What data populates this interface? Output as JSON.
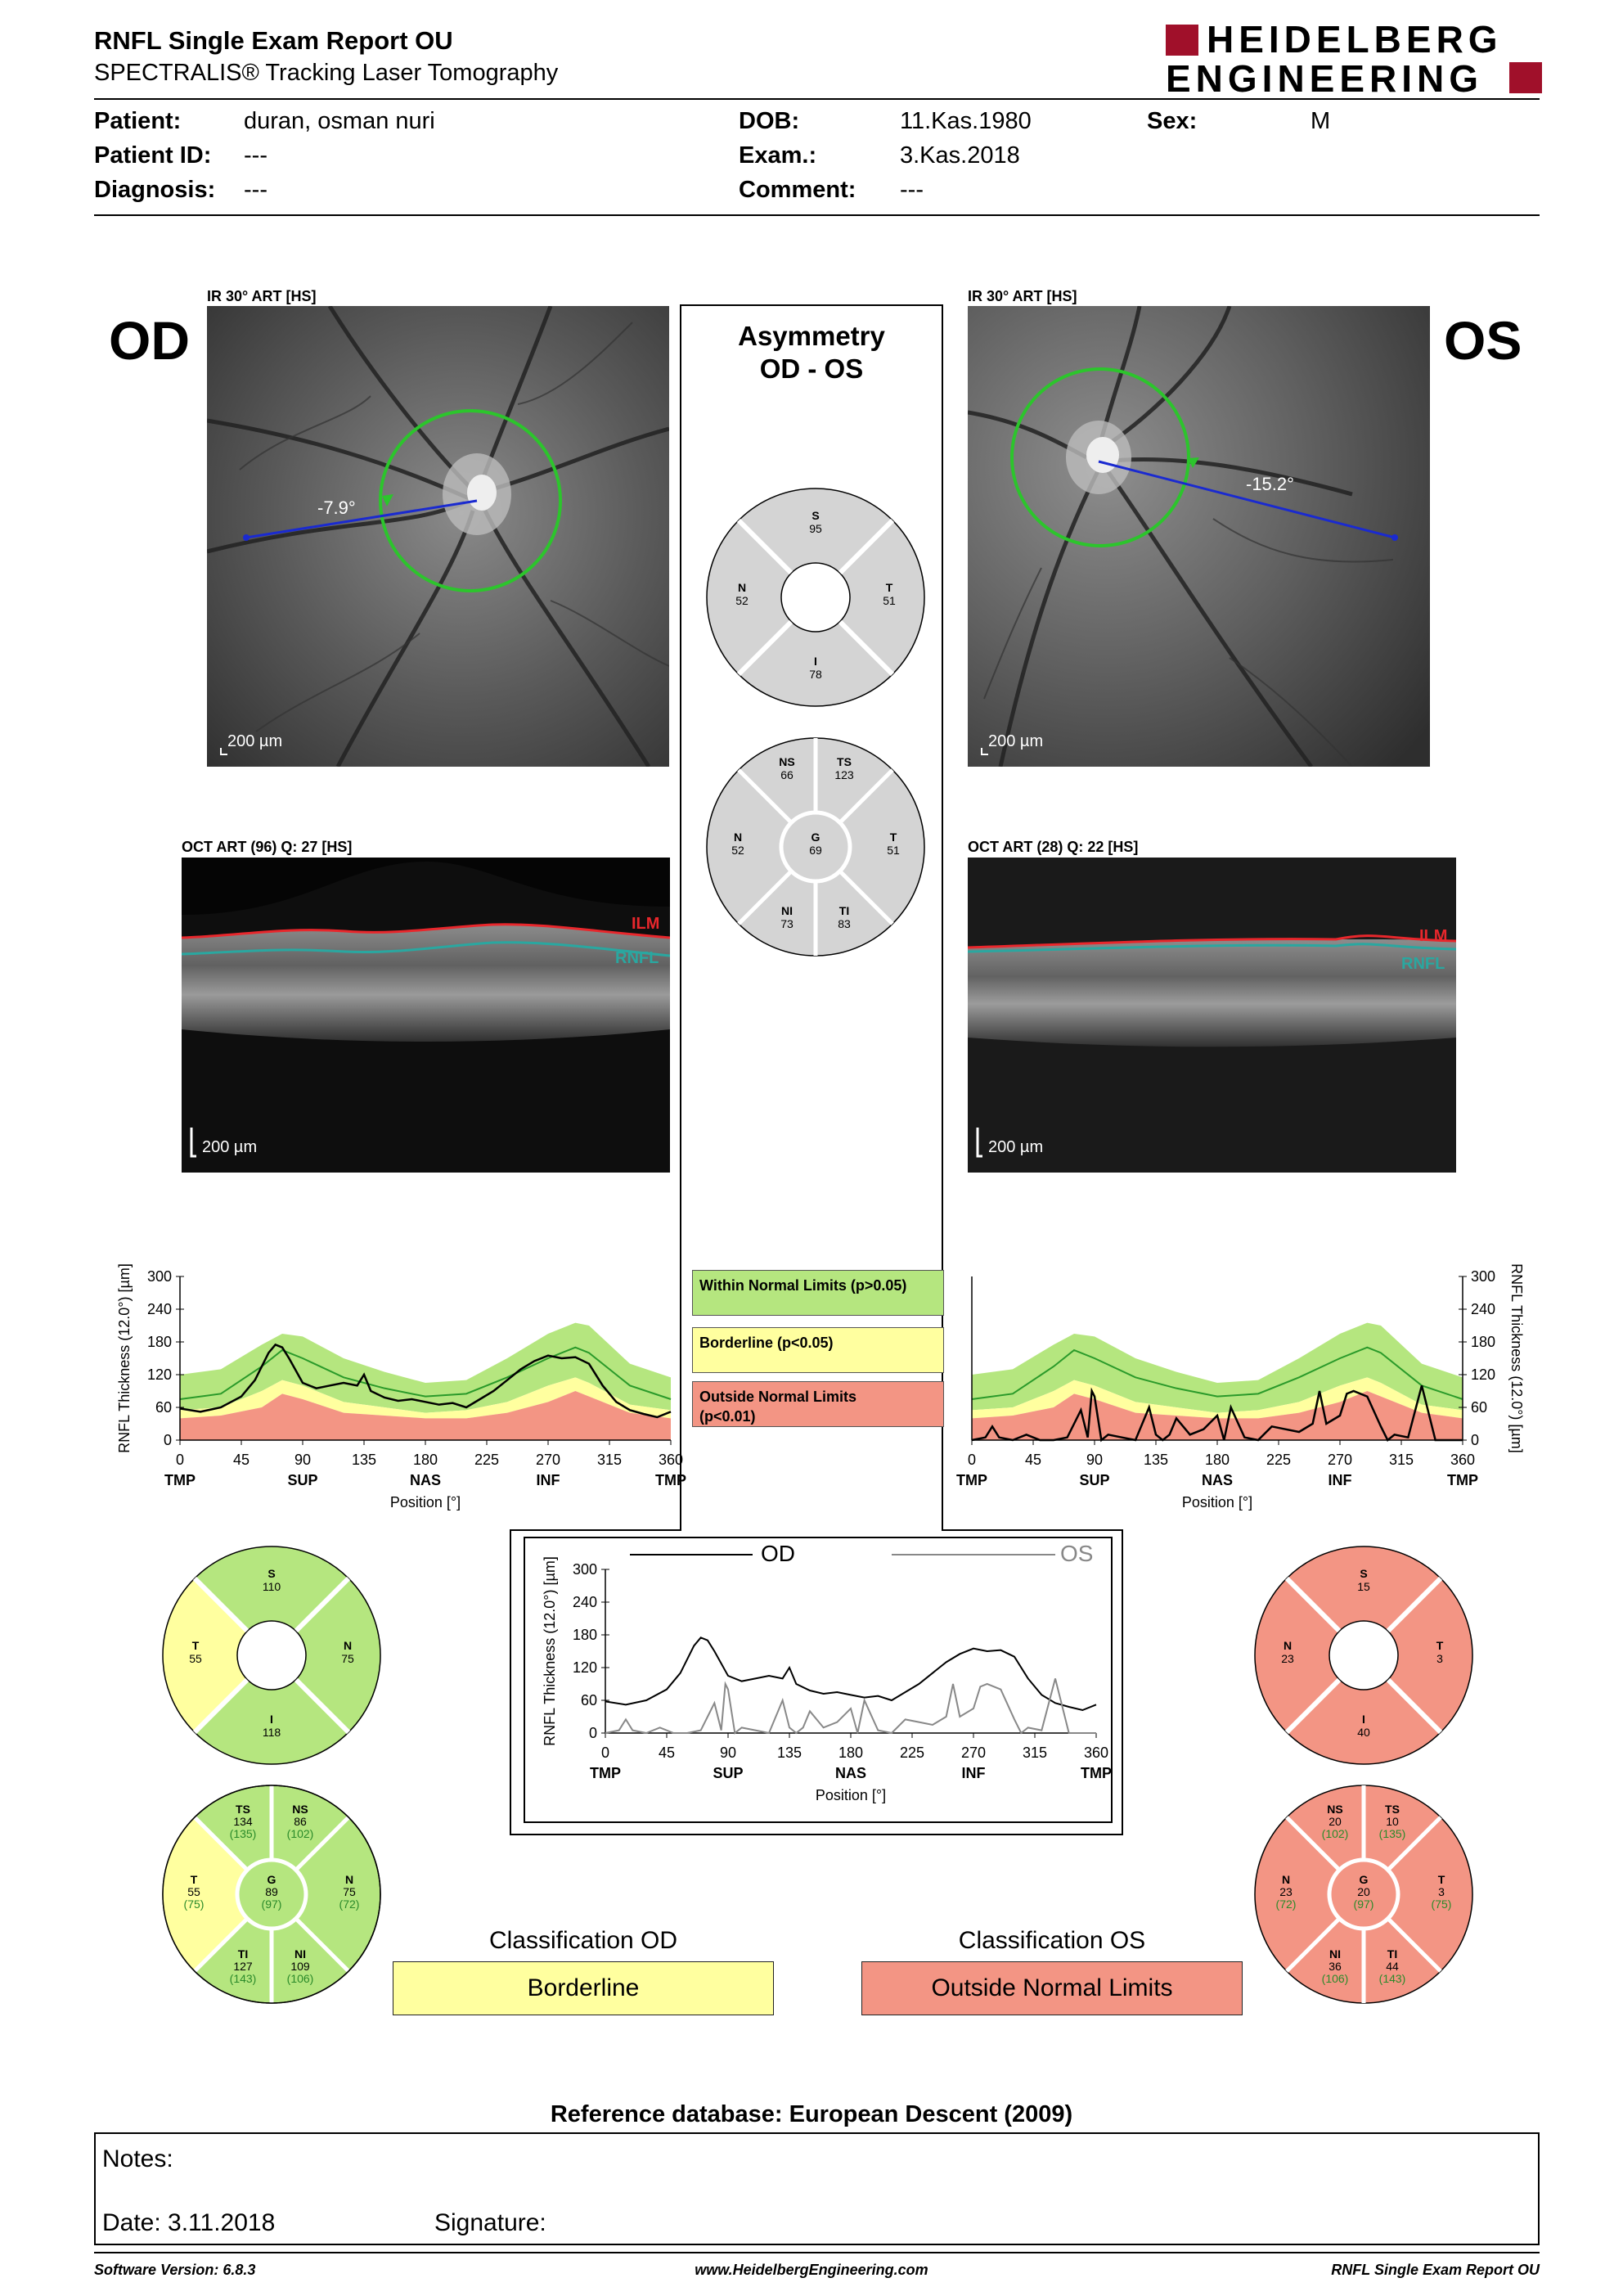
{
  "header": {
    "title": "RNFL Single Exam Report OU",
    "subtitle": "SPECTRALIS® Tracking Laser Tomography",
    "logo_line1": "HEIDELBERG",
    "logo_line2": "ENGINEERING"
  },
  "patient": {
    "patient_label": "Patient:",
    "patient_value": "duran, osman nuri",
    "id_label": "Patient ID:",
    "id_value": "---",
    "diagnosis_label": "Diagnosis:",
    "diagnosis_value": "---",
    "dob_label": "DOB:",
    "dob_value": "11.Kas.1980",
    "exam_label": "Exam.:",
    "exam_value": "3.Kas.2018",
    "comment_label": "Comment:",
    "comment_value": "---",
    "sex_label": "Sex:",
    "sex_value": "M"
  },
  "od": {
    "eye_label": "OD",
    "ir_label": "IR 30° ART [HS]",
    "angle": "-7.9°",
    "scale_ir": "200 µm",
    "oct_label": "OCT ART (96) Q: 27 [HS]",
    "scale_oct": "200 µm",
    "ilm": "ILM",
    "rnfl": "RNFL",
    "sectors4": {
      "S": "110",
      "T": "55",
      "N": "75",
      "I": "118"
    },
    "sectors6": {
      "TS": [
        "134",
        "(135)"
      ],
      "NS": [
        "86",
        "(102)"
      ],
      "T": [
        "55",
        "(75)"
      ],
      "G": [
        "89",
        "(97)"
      ],
      "N": [
        "75",
        "(72)"
      ],
      "TI": [
        "127",
        "(143)"
      ],
      "NI": [
        "109",
        "(106)"
      ]
    }
  },
  "os": {
    "eye_label": "OS",
    "ir_label": "IR 30° ART [HS]",
    "angle": "-15.2°",
    "scale_ir": "200 µm",
    "oct_label": "OCT ART (28) Q: 22 [HS]",
    "scale_oct": "200 µm",
    "ilm": "ILM",
    "rnfl": "RNFL",
    "sectors4": {
      "S": "15",
      "N": "23",
      "T": "3",
      "I": "40"
    },
    "sectors6": {
      "NS": [
        "20",
        "(102)"
      ],
      "TS": [
        "10",
        "(135)"
      ],
      "N": [
        "23",
        "(72)"
      ],
      "G": [
        "20",
        "(97)"
      ],
      "T": [
        "3",
        "(75)"
      ],
      "NI": [
        "36",
        "(106)"
      ],
      "TI": [
        "44",
        "(143)"
      ]
    }
  },
  "asymmetry": {
    "title1": "Asymmetry",
    "title2": "OD - OS",
    "sectors4": {
      "S": "95",
      "N": "52",
      "T": "51",
      "I": "78"
    },
    "sectors6": {
      "NS": "66",
      "TS": "123",
      "N": "52",
      "G": "69",
      "T": "51",
      "NI": "73",
      "TI": "83"
    }
  },
  "legend": {
    "within": "Within Normal Limits (p>0.05)",
    "borderline": "Borderline (p<0.05)",
    "outside1": "Outside Normal Limits",
    "outside2": "(p<0.01)"
  },
  "colors": {
    "green": "#b5e67f",
    "green_dark": "#7fd24d",
    "yellow": "#ffff9f",
    "red": "#f39584",
    "grey_sector": "#d4d4d4",
    "circle_green": "#2cc52c",
    "ilm_red": "#e8272c",
    "rnfl_teal": "#2aa7a0",
    "logo_red": "#a0102a"
  },
  "chart_data": [
    {
      "type": "line",
      "name": "OD",
      "ylabel": "RNFL Thickness (12.0°) [µm]",
      "xlabel": "Position [°]",
      "ylim": [
        0,
        300
      ],
      "xlim": [
        0,
        360
      ],
      "yticks": [
        0,
        60,
        120,
        180,
        240,
        300
      ],
      "xticks": [
        0,
        45,
        90,
        135,
        180,
        225,
        270,
        315,
        360
      ],
      "xcats": [
        "TMP",
        "SUP",
        "NAS",
        "INF",
        "TMP"
      ],
      "xcat_pos": [
        0,
        90,
        180,
        270,
        360
      ],
      "x": [
        0,
        15,
        30,
        45,
        55,
        65,
        70,
        75,
        80,
        90,
        100,
        110,
        120,
        130,
        135,
        140,
        150,
        160,
        170,
        180,
        190,
        200,
        210,
        220,
        230,
        240,
        250,
        260,
        270,
        280,
        290,
        300,
        310,
        320,
        330,
        340,
        350,
        360
      ],
      "series": [
        {
          "name": "OD",
          "values": [
            58,
            52,
            60,
            80,
            110,
            160,
            175,
            170,
            150,
            105,
            95,
            100,
            105,
            100,
            120,
            90,
            78,
            72,
            75,
            70,
            65,
            68,
            60,
            75,
            90,
            110,
            130,
            145,
            155,
            150,
            152,
            140,
            100,
            70,
            55,
            48,
            42,
            52
          ]
        }
      ],
      "normal_bands": {
        "x": [
          0,
          30,
          60,
          75,
          90,
          120,
          150,
          180,
          210,
          240,
          270,
          290,
          300,
          330,
          360
        ],
        "p95": [
          120,
          130,
          175,
          195,
          190,
          150,
          125,
          105,
          110,
          150,
          195,
          215,
          210,
          140,
          115
        ],
        "mean": [
          75,
          85,
          135,
          165,
          150,
          115,
          95,
          80,
          85,
          115,
          150,
          170,
          160,
          100,
          75
        ],
        "p5": [
          55,
          60,
          90,
          110,
          100,
          70,
          60,
          50,
          55,
          70,
          100,
          115,
          105,
          65,
          55
        ],
        "p1": [
          40,
          45,
          60,
          85,
          75,
          50,
          45,
          40,
          40,
          50,
          70,
          90,
          80,
          50,
          40
        ]
      }
    },
    {
      "type": "line",
      "name": "OS",
      "ylabel": "RNFL Thickness (12.0°) [µm]",
      "xlabel": "Position [°]",
      "ylim": [
        0,
        300
      ],
      "xlim": [
        0,
        360
      ],
      "yticks": [
        0,
        60,
        120,
        180,
        240,
        300
      ],
      "xticks": [
        0,
        45,
        90,
        135,
        180,
        225,
        270,
        315,
        360
      ],
      "xcats": [
        "TMP",
        "SUP",
        "NAS",
        "INF",
        "TMP"
      ],
      "xcat_pos": [
        0,
        90,
        180,
        270,
        360
      ],
      "x": [
        0,
        10,
        15,
        20,
        30,
        40,
        50,
        60,
        70,
        75,
        80,
        85,
        88,
        90,
        95,
        100,
        110,
        120,
        130,
        135,
        140,
        145,
        150,
        160,
        170,
        180,
        185,
        190,
        200,
        210,
        220,
        230,
        240,
        250,
        255,
        260,
        270,
        275,
        280,
        290,
        300,
        305,
        310,
        320,
        330,
        340,
        350,
        360
      ],
      "series": [
        {
          "name": "OS",
          "values": [
            0,
            5,
            25,
            5,
            0,
            10,
            0,
            0,
            5,
            30,
            55,
            5,
            90,
            80,
            0,
            10,
            5,
            0,
            60,
            10,
            0,
            10,
            40,
            10,
            20,
            45,
            0,
            60,
            5,
            0,
            25,
            20,
            15,
            30,
            90,
            30,
            45,
            85,
            90,
            80,
            25,
            0,
            10,
            5,
            100,
            0,
            0,
            0
          ]
        }
      ],
      "normal_bands": {
        "x": [
          0,
          30,
          60,
          75,
          90,
          120,
          150,
          180,
          210,
          240,
          270,
          290,
          300,
          330,
          360
        ],
        "p95": [
          120,
          130,
          175,
          195,
          190,
          150,
          125,
          105,
          110,
          150,
          195,
          215,
          210,
          140,
          115
        ],
        "mean": [
          75,
          85,
          135,
          165,
          150,
          115,
          95,
          80,
          85,
          115,
          150,
          170,
          160,
          100,
          75
        ],
        "p5": [
          55,
          60,
          90,
          110,
          100,
          70,
          60,
          50,
          55,
          70,
          100,
          115,
          105,
          65,
          55
        ],
        "p1": [
          40,
          45,
          60,
          85,
          75,
          50,
          45,
          40,
          40,
          50,
          70,
          90,
          80,
          50,
          40
        ]
      }
    },
    {
      "type": "line",
      "name": "OD vs OS",
      "ylabel": "RNFL Thickness (12.0°) [µm]",
      "xlabel": "Position [°]",
      "ylim": [
        0,
        300
      ],
      "xlim": [
        0,
        360
      ],
      "yticks": [
        0,
        60,
        120,
        180,
        240,
        300
      ],
      "xticks": [
        0,
        45,
        90,
        135,
        180,
        225,
        270,
        315,
        360
      ],
      "xcats": [
        "TMP",
        "SUP",
        "NAS",
        "INF",
        "TMP"
      ],
      "xcat_pos": [
        0,
        90,
        180,
        270,
        360
      ],
      "legend": [
        "OD",
        "OS"
      ],
      "series": [
        {
          "name": "OD",
          "x": [
            0,
            15,
            30,
            45,
            55,
            65,
            70,
            75,
            80,
            90,
            100,
            110,
            120,
            130,
            135,
            140,
            150,
            160,
            170,
            180,
            190,
            200,
            210,
            220,
            230,
            240,
            250,
            260,
            270,
            280,
            290,
            300,
            310,
            320,
            330,
            340,
            350,
            360
          ],
          "values": [
            58,
            52,
            60,
            80,
            110,
            160,
            175,
            170,
            150,
            105,
            95,
            100,
            105,
            100,
            120,
            90,
            78,
            72,
            75,
            70,
            65,
            68,
            60,
            75,
            90,
            110,
            130,
            145,
            155,
            150,
            152,
            140,
            100,
            70,
            55,
            48,
            42,
            52
          ]
        },
        {
          "name": "OS",
          "x": [
            0,
            10,
            15,
            20,
            30,
            40,
            50,
            60,
            70,
            75,
            80,
            85,
            88,
            90,
            95,
            100,
            110,
            120,
            130,
            135,
            140,
            145,
            150,
            160,
            170,
            180,
            185,
            190,
            200,
            210,
            220,
            230,
            240,
            250,
            255,
            260,
            270,
            275,
            280,
            290,
            300,
            305,
            310,
            320,
            330,
            340,
            350,
            360
          ],
          "values": [
            0,
            5,
            25,
            5,
            0,
            10,
            0,
            0,
            5,
            30,
            55,
            5,
            90,
            80,
            0,
            10,
            5,
            0,
            60,
            10,
            0,
            10,
            40,
            10,
            20,
            45,
            0,
            60,
            5,
            0,
            25,
            20,
            15,
            30,
            90,
            30,
            45,
            85,
            90,
            80,
            25,
            0,
            10,
            5,
            100,
            0,
            0,
            0
          ]
        }
      ]
    }
  ],
  "classification": {
    "od_title": "Classification OD",
    "od_value": "Borderline",
    "os_title": "Classification OS",
    "os_value": "Outside Normal Limits"
  },
  "reference": "Reference database: European Descent (2009)",
  "notes": {
    "notes_label": "Notes:",
    "date_label": "Date: 3.11.2018",
    "signature_label": "Signature:"
  },
  "footer": {
    "software": "Software Version: 6.8.3",
    "website": "www.HeidelbergEngineering.com",
    "report": "RNFL Single Exam Report OU"
  }
}
